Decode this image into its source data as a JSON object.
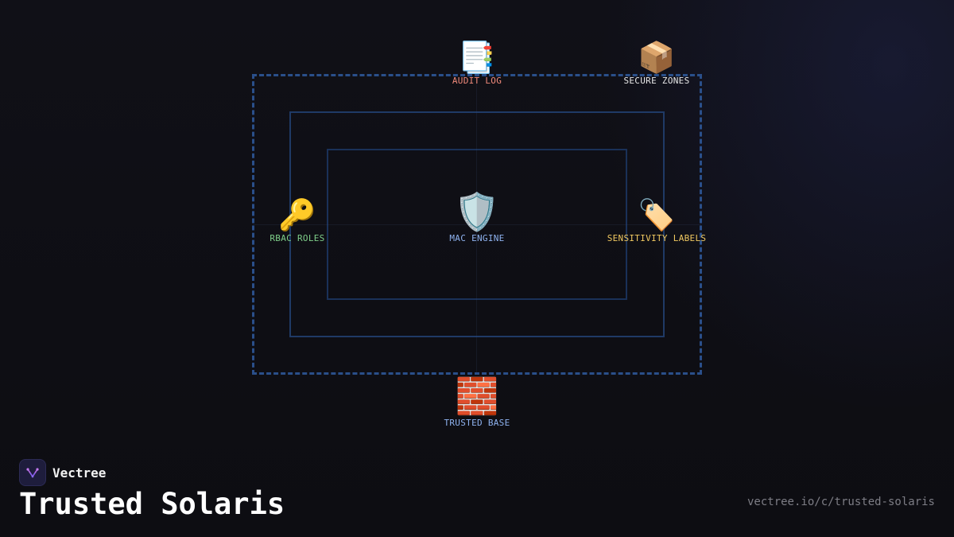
{
  "diagram": {
    "nodes": [
      {
        "id": "audit-log",
        "icon": "📑",
        "icon_name": "document-tabs-icon",
        "label": "AUDIT LOG",
        "color": "#f08a7a"
      },
      {
        "id": "secure-zones",
        "icon": "📦",
        "icon_name": "package-icon",
        "label": "SECURE ZONES",
        "color": "#e8e8e8"
      },
      {
        "id": "rbac-roles",
        "icon": "🔑",
        "icon_name": "key-icon",
        "label": "RBAC ROLES",
        "color": "#7fcf8a"
      },
      {
        "id": "mac-engine",
        "icon": "🛡️",
        "icon_name": "shield-icon",
        "label": "MAC ENGINE",
        "color": "#8fb3f0"
      },
      {
        "id": "sensitivity-labels",
        "icon": "🏷️",
        "icon_name": "label-tag-icon",
        "label": "SENSITIVITY LABELS",
        "color": "#f0c860"
      },
      {
        "id": "trusted-base",
        "icon": "🧱",
        "icon_name": "brick-wall-icon",
        "label": "TRUSTED BASE",
        "color": "#8fb3f0"
      }
    ],
    "colors": {
      "outer_frame": "#2a4f8a",
      "middle_frame": "#1f3a66",
      "inner_frame": "#1a3158"
    }
  },
  "footer": {
    "brand": "Vectree",
    "title": "Trusted Solaris",
    "url": "vectree.io/c/trusted-solaris"
  }
}
